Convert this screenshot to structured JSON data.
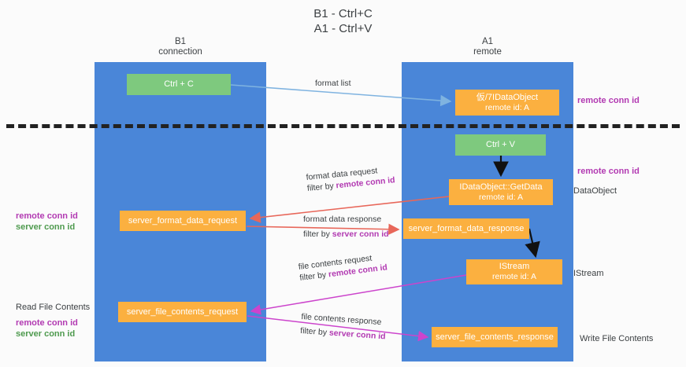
{
  "title": "B1 - Ctrl+C\nA1 - Ctrl+V",
  "title_line1": "B1 - Ctrl+C",
  "title_line2": "A1 - Ctrl+V",
  "lanes": [
    {
      "id": "b1",
      "line1": "B1",
      "line2": "connection",
      "color": "#4a86d8"
    },
    {
      "id": "a1",
      "line1": "A1",
      "line2": "remote",
      "color": "#4a86d8"
    }
  ],
  "colors": {
    "lane": "#4a86d8",
    "green_node": "#7ec97e",
    "orange_node": "#fbb040",
    "divider": "#222222",
    "purple_text": "#b23ab2",
    "green_text": "#4e9a4e",
    "arrow_blue": "#7fb3e0",
    "arrow_black": "#111111",
    "arrow_red": "#e8675a",
    "arrow_magenta": "#cc44cc",
    "page_bg": "#fbfbfb"
  },
  "nodes": [
    {
      "id": "ctrl-c",
      "lane": "b1",
      "style": "green",
      "line1": "Ctrl + C",
      "line2": ""
    },
    {
      "id": "dataobject",
      "lane": "a1",
      "style": "orange",
      "line1": "仮/7IDataObject",
      "line2": "remote id: A"
    },
    {
      "id": "ctrl-v",
      "lane": "a1",
      "style": "green",
      "line1": "Ctrl + V",
      "line2": ""
    },
    {
      "id": "getdata",
      "lane": "a1",
      "style": "orange",
      "line1": "IDataObject::GetData",
      "line2": "remote id: A"
    },
    {
      "id": "server-format-data-request",
      "lane": "b1",
      "style": "orange",
      "line1": "server_format_data_request",
      "line2": ""
    },
    {
      "id": "server-format-data-response",
      "lane": "a1",
      "style": "orange",
      "line1": "server_format_data_response",
      "line2": ""
    },
    {
      "id": "istream",
      "lane": "a1",
      "style": "orange",
      "line1": "IStream",
      "line2": "remote id: A"
    },
    {
      "id": "server-file-contents-request",
      "lane": "b1",
      "style": "orange",
      "line1": "server_file_contents_request",
      "line2": ""
    },
    {
      "id": "server-file-contents-response",
      "lane": "a1",
      "style": "orange",
      "line1": "server_file_contents_response",
      "line2": ""
    }
  ],
  "edge_labels": {
    "format_list": "format list",
    "format_data_request": "format data request",
    "format_data_request_filter_prefix": "filter by ",
    "format_data_request_filter_key": "remote conn id",
    "format_data_response": "format data response",
    "format_data_response_filter_prefix": "filter by ",
    "format_data_response_filter_key": "server conn id",
    "file_contents_request": "file contents request",
    "file_contents_request_filter_prefix": "filter by ",
    "file_contents_request_filter_key": "remote conn id",
    "file_contents_response": "file contents response",
    "file_contents_response_filter_prefix": "filter by ",
    "file_contents_response_filter_key": "server conn id"
  },
  "side_labels": {
    "remote_conn_id_top": "remote conn id",
    "remote_conn_id_mid": "remote conn id",
    "dataobject": "DataObject",
    "istream": "IStream",
    "write_file_contents": "Write File Contents",
    "read_file_contents": "Read File Contents",
    "left_mid_remote": "remote conn id",
    "left_mid_server": "server conn id",
    "left_bottom_remote": "remote conn id",
    "left_bottom_server": "server conn id"
  }
}
